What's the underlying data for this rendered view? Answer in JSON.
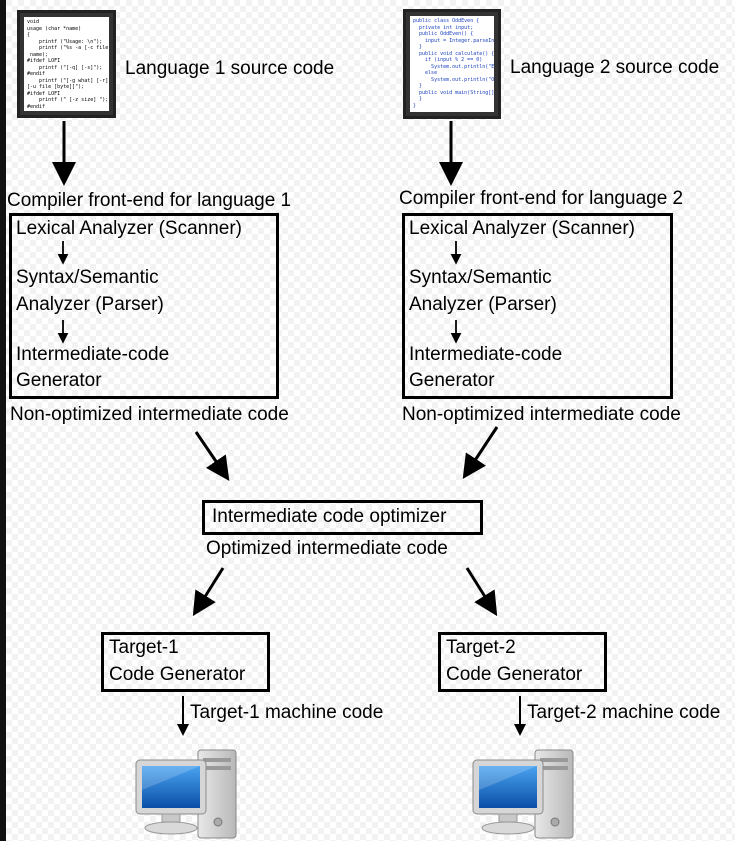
{
  "source1": {
    "label": "Language 1 source code",
    "code": "void\nusage (char *name)\n{\n    printf (\"Usage: \\n\");\n    printf (\"%s -a [-c file\",\n name);\n#ifdef LOFI\n    printf (\"[-q] [-s]\");\n#endif\n    printf (\"[-g what] [-r]\n[-u file [byte]]\");\n#ifdef LOFI\n    printf (\" [-z size] \");\n#endif"
  },
  "source2": {
    "label": "Language 2 source code",
    "code": "public class OddEven {\n  private int input;\n  public OddEven() {\n    input = Integer.parseInt()\n  }\n  public void calculate() {\n    if (input % 2 == 0)\n      System.out.println(\"Even\");\n    else\n      System.out.println(\"Odd\");\n  }\n  public void main(String[] args) {\n  }\n}"
  },
  "frontend1": {
    "title": "Compiler front-end for language 1",
    "lexer": "Lexical Analyzer (Scanner)",
    "parser_line1": "Syntax/Semantic",
    "parser_line2": "Analyzer (Parser)",
    "icg_line1": "Intermediate-code",
    "icg_line2": "Generator",
    "output": "Non-optimized intermediate code"
  },
  "frontend2": {
    "title": "Compiler front-end for language 2",
    "lexer": "Lexical Analyzer (Scanner)",
    "parser_line1": "Syntax/Semantic",
    "parser_line2": "Analyzer (Parser)",
    "icg_line1": "Intermediate-code",
    "icg_line2": "Generator",
    "output": "Non-optimized intermediate code"
  },
  "optimizer": {
    "label": "Intermediate code optimizer",
    "output": "Optimized intermediate code"
  },
  "target1": {
    "line1": "Target-1",
    "line2": "Code Generator",
    "output": "Target-1 machine code"
  },
  "target2": {
    "line1": "Target-2",
    "line2": "Code Generator",
    "output": "Target-2 machine code"
  }
}
